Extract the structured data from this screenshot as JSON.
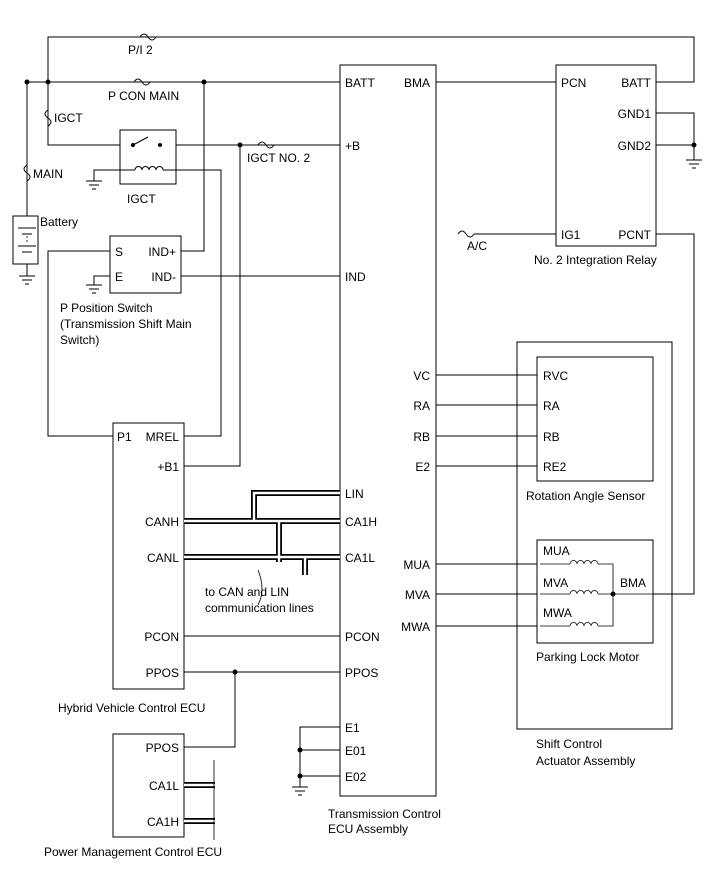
{
  "components": {
    "tcu": {
      "pins": {
        "batt": "BATT",
        "bma": "BMA",
        "plus_b": "+B",
        "ind": "IND",
        "vc": "VC",
        "ra": "RA",
        "rb": "RB",
        "e2": "E2",
        "lin": "LIN",
        "ca1h": "CA1H",
        "ca1l": "CA1L",
        "mua": "MUA",
        "mva": "MVA",
        "mwa": "MWA",
        "pcon": "PCON",
        "ppos": "PPOS",
        "e1": "E1",
        "e01": "E01",
        "e02": "E02"
      },
      "caption_1": "Transmission Control",
      "caption_2": "ECU Assembly"
    },
    "relay": {
      "pins": {
        "pcn": "PCN",
        "batt": "BATT",
        "gnd1": "GND1",
        "gnd2": "GND2",
        "ig1": "IG1",
        "pcnt": "PCNT"
      },
      "caption": "No. 2 Integration Relay"
    },
    "hv_ecu": {
      "pins": {
        "p1": "P1",
        "mrel": "MREL",
        "plus_b1": "+B1",
        "canh": "CANH",
        "canl": "CANL",
        "pcon": "PCON",
        "ppos": "PPOS"
      },
      "caption": "Hybrid Vehicle Control ECU"
    },
    "pm_ecu": {
      "pins": {
        "ppos": "PPOS",
        "ca1l": "CA1L",
        "ca1h": "CA1H"
      },
      "caption": "Power Management Control ECU"
    },
    "p_switch": {
      "pins": {
        "s": "S",
        "ind_plus": "IND+",
        "e": "E",
        "ind_minus": "IND-"
      },
      "caption_1": "P Position Switch",
      "caption_2": "(Transmission Shift Main",
      "caption_3": "Switch)"
    },
    "angle_sensor": {
      "pins": {
        "rvc": "RVC",
        "ra": "RA",
        "rb": "RB",
        "re2": "RE2"
      },
      "caption": "Rotation Angle Sensor"
    },
    "lock_motor": {
      "pins": {
        "mua": "MUA",
        "mva": "MVA",
        "mwa": "MWA",
        "bma": "BMA"
      },
      "caption": "Parking Lock Motor"
    },
    "actuator": {
      "caption_1": "Shift Control",
      "caption_2": "Actuator Assembly"
    },
    "igct_relay": {
      "caption": "IGCT"
    },
    "battery": {
      "caption": "Battery"
    }
  },
  "fuses": {
    "pi2": "P/I 2",
    "pcon_main": "P CON MAIN",
    "igct": "IGCT",
    "main": "MAIN",
    "igct_no2": "IGCT NO. 2",
    "ac": "A/C"
  },
  "notes": {
    "bus_1": "to CAN and LIN",
    "bus_2": "communication lines"
  }
}
